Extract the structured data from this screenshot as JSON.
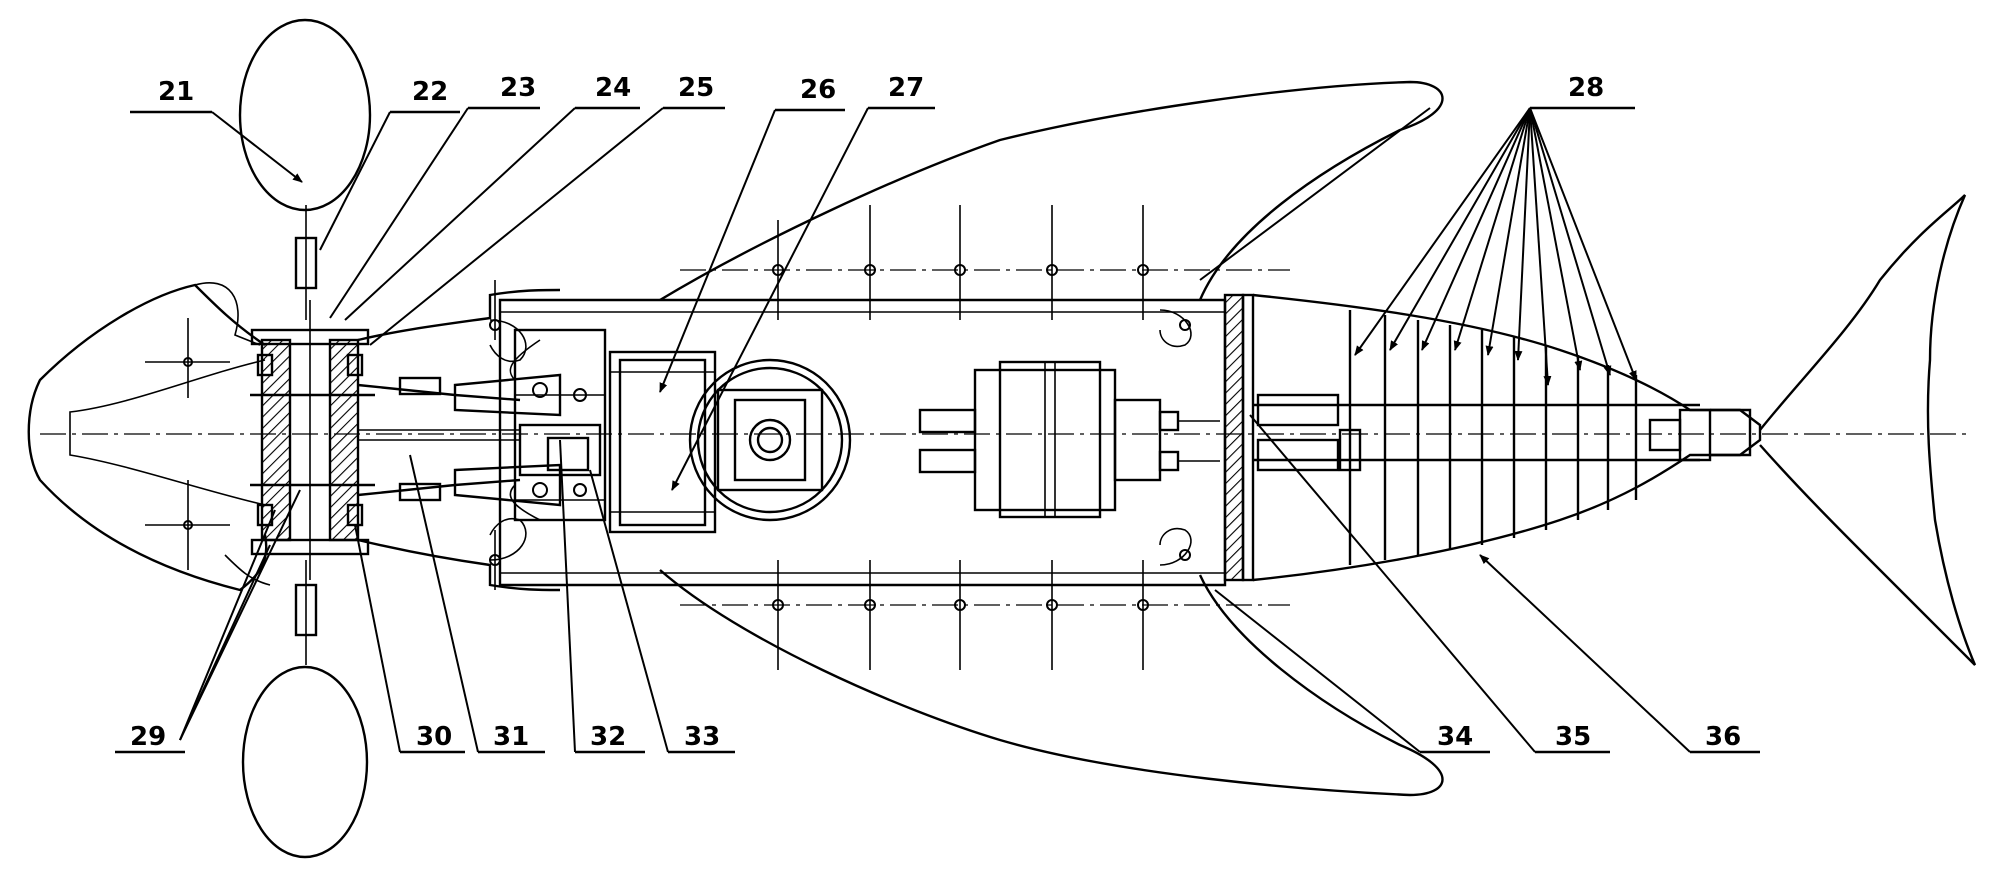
{
  "labels": {
    "l21": "21",
    "l22": "22",
    "l23": "23",
    "l24": "24",
    "l25": "25",
    "l26": "26",
    "l27": "27",
    "l28": "28",
    "l29": "29",
    "l30": "30",
    "l31": "31",
    "l32": "32",
    "l33": "33",
    "l34": "34",
    "l35": "35",
    "l36": "36"
  }
}
